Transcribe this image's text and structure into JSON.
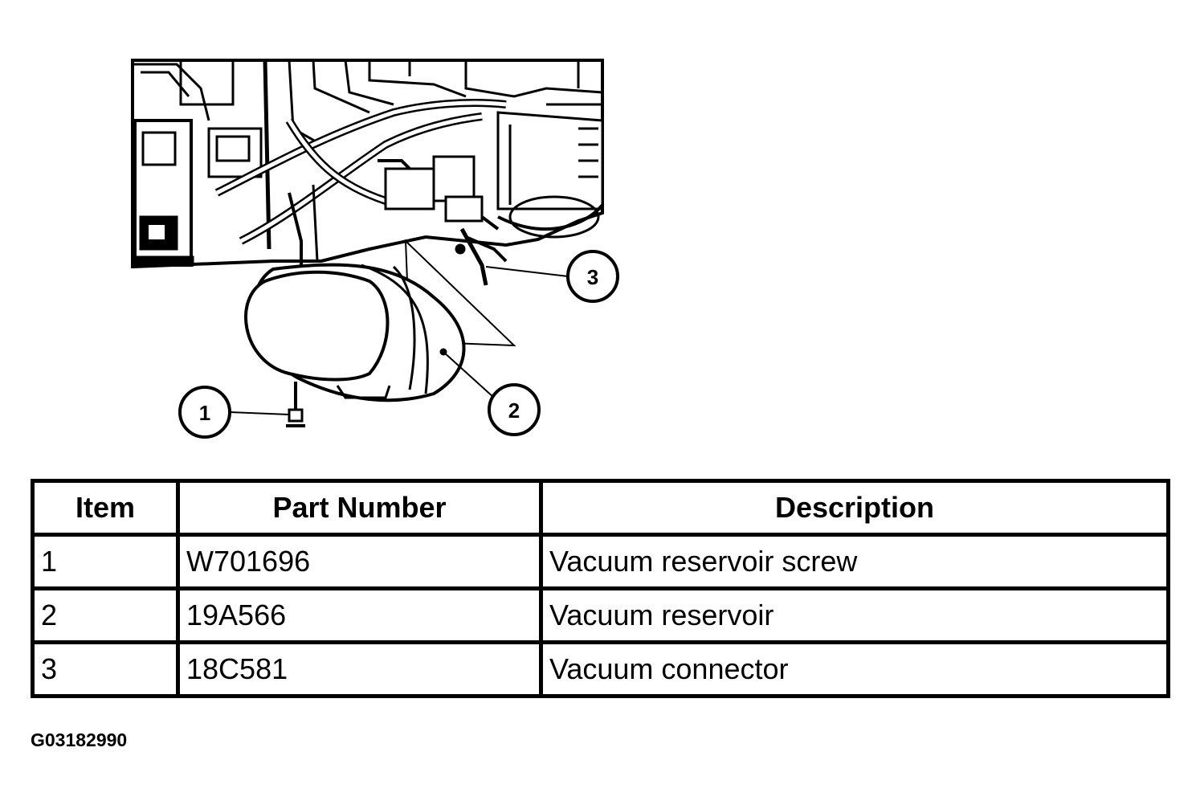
{
  "callouts": [
    "1",
    "2",
    "3"
  ],
  "table": {
    "headers": [
      "Item",
      "Part Number",
      "Description"
    ],
    "rows": [
      [
        "1",
        "W701696",
        "Vacuum reservoir screw"
      ],
      [
        "2",
        "19A566",
        "Vacuum reservoir"
      ],
      [
        "3",
        "18C581",
        "Vacuum connector"
      ]
    ]
  },
  "figure_id": "G03182990"
}
